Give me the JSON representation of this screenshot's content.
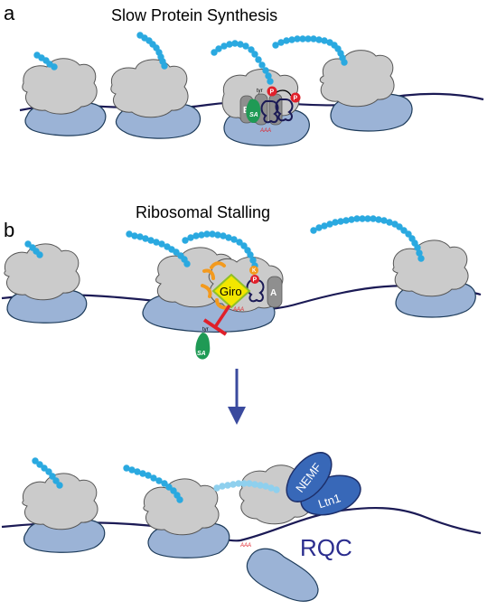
{
  "panel_a": {
    "letter": "a",
    "title": "Slow Protein Synthesis",
    "tyr_label": "tyr",
    "sa_label": "SA",
    "e_site": "E",
    "p_label": "P"
  },
  "panel_b": {
    "letter": "b",
    "title": "Ribosomal Stalling",
    "giro_label": "Giro",
    "a_site": "A",
    "k_label": "K",
    "p_label": "P",
    "aaa_label": "AAA",
    "tyr_label": "tyr",
    "sa_label": "SA"
  },
  "panel_c": {
    "nemf_label": "NEMF",
    "ltn1_label": "Ltn1",
    "rqc_label": "RQC",
    "aaa_label": "AAA"
  },
  "colors": {
    "bead": "#2aa9e0",
    "large_subunit": "#cbcbcb",
    "small_subunit": "#9bb3d6",
    "mrna": "#1b1a55",
    "tRNA_green": "#1f9a55",
    "phospho_red": "#e0202a",
    "giro_yellow": "#f2e600",
    "orange": "#f39a1e",
    "nemf_blue": "#3868b8",
    "inhibit_red": "#e0202a",
    "arrow_blue": "#3a4a9e"
  }
}
